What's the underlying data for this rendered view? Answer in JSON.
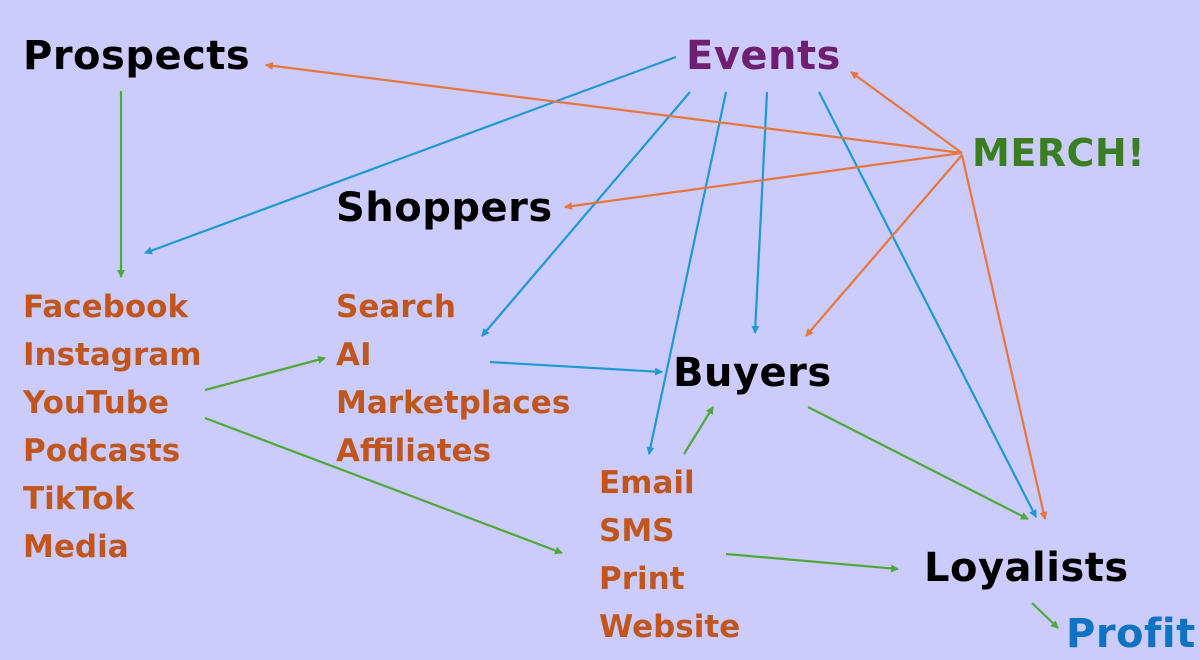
{
  "colors": {
    "background": "#ccccfc",
    "node_text": "#000000",
    "channel_text": "#c0561e",
    "events": "#6e1f72",
    "merch": "#3b7d23",
    "profit": "#0f73c4",
    "arrow_green": "#4ea83a",
    "arrow_blue": "#1d9ad4",
    "arrow_orange": "#e6763e"
  },
  "nodes": {
    "prospects": "Prospects",
    "events": "Events",
    "merch": "MERCH!",
    "shoppers": "Shoppers",
    "buyers": "Buyers",
    "loyalists": "Loyalists",
    "profit": "Profit"
  },
  "channels": {
    "social": [
      "Facebook",
      "Instagram",
      "YouTube",
      "Podcasts",
      "TikTok",
      "Media"
    ],
    "discovery": [
      "Search",
      "AI",
      "Marketplaces",
      "Affiliates"
    ],
    "owned": [
      "Email",
      "SMS",
      "Print",
      "Website"
    ]
  },
  "edges": [
    {
      "from": "Prospects",
      "to": "Social channels",
      "color": "green"
    },
    {
      "from": "YouTube",
      "to": "AI",
      "color": "green"
    },
    {
      "from": "YouTube",
      "to": "Owned channels",
      "color": "green"
    },
    {
      "from": "Email",
      "to": "Buyers",
      "color": "green"
    },
    {
      "from": "Buyers",
      "to": "Loyalists",
      "color": "green"
    },
    {
      "from": "SMS",
      "to": "Loyalists",
      "color": "green"
    },
    {
      "from": "Loyalists",
      "to": "Profit",
      "color": "green"
    },
    {
      "from": "Events",
      "to": "Social channels",
      "color": "blue"
    },
    {
      "from": "Events",
      "to": "Discovery channels",
      "color": "blue"
    },
    {
      "from": "Events",
      "to": "Owned channels",
      "color": "blue"
    },
    {
      "from": "Events",
      "to": "Buyers",
      "color": "blue"
    },
    {
      "from": "Events",
      "to": "Loyalists",
      "color": "blue"
    },
    {
      "from": "AI",
      "to": "Buyers",
      "color": "blue"
    },
    {
      "from": "MERCH!",
      "to": "Prospects",
      "color": "orange"
    },
    {
      "from": "MERCH!",
      "to": "Shoppers",
      "color": "orange"
    },
    {
      "from": "MERCH!",
      "to": "Events",
      "color": "orange"
    },
    {
      "from": "MERCH!",
      "to": "Buyers",
      "color": "orange"
    },
    {
      "from": "MERCH!",
      "to": "Loyalists",
      "color": "orange"
    }
  ]
}
